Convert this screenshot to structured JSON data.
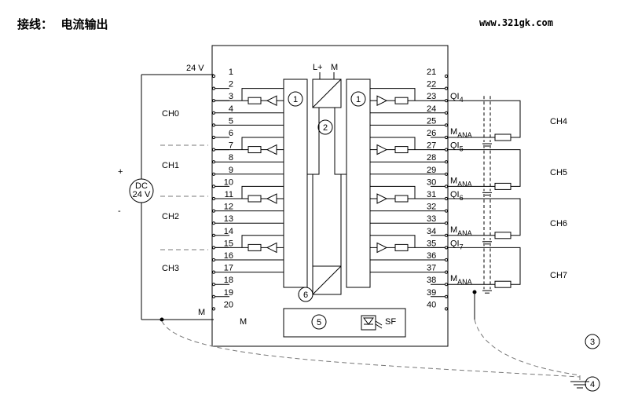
{
  "header": {
    "title": "接线：  电流输出",
    "website": "www.321gk.com"
  },
  "left_pins": [
    "1",
    "2",
    "3",
    "4",
    "5",
    "6",
    "7",
    "8",
    "9",
    "10",
    "11",
    "12",
    "13",
    "14",
    "15",
    "16",
    "17",
    "18",
    "19",
    "20"
  ],
  "right_pins": [
    "21",
    "22",
    "23",
    "24",
    "25",
    "26",
    "27",
    "28",
    "29",
    "30",
    "31",
    "32",
    "33",
    "34",
    "35",
    "36",
    "37",
    "38",
    "39",
    "40"
  ],
  "channels_left": [
    "CH0",
    "CH1",
    "CH2",
    "CH3"
  ],
  "channels_right": [
    "CH4",
    "CH5",
    "CH6",
    "CH7"
  ],
  "supply": {
    "v24": "24 V",
    "m_top": "M",
    "m_pin": "M",
    "plus": "+",
    "minus": "-",
    "dc": "DC",
    "dc_v": "24 V"
  },
  "power_labels": {
    "lplus": "L+",
    "m": "M"
  },
  "outputs": [
    {
      "qi": "QI",
      "sub": "4",
      "m": "M",
      "msub": "ANA"
    },
    {
      "qi": "QI",
      "sub": "5",
      "m": "M",
      "msub": "ANA"
    },
    {
      "qi": "QI",
      "sub": "6",
      "m": "M",
      "msub": "ANA"
    },
    {
      "qi": "QI",
      "sub": "7",
      "m": "M",
      "msub": "ANA"
    }
  ],
  "callouts": {
    "c1": "1",
    "c2": "2",
    "c3": "3",
    "c4": "4",
    "c5": "5",
    "c6": "6"
  },
  "sf_label": "SF"
}
